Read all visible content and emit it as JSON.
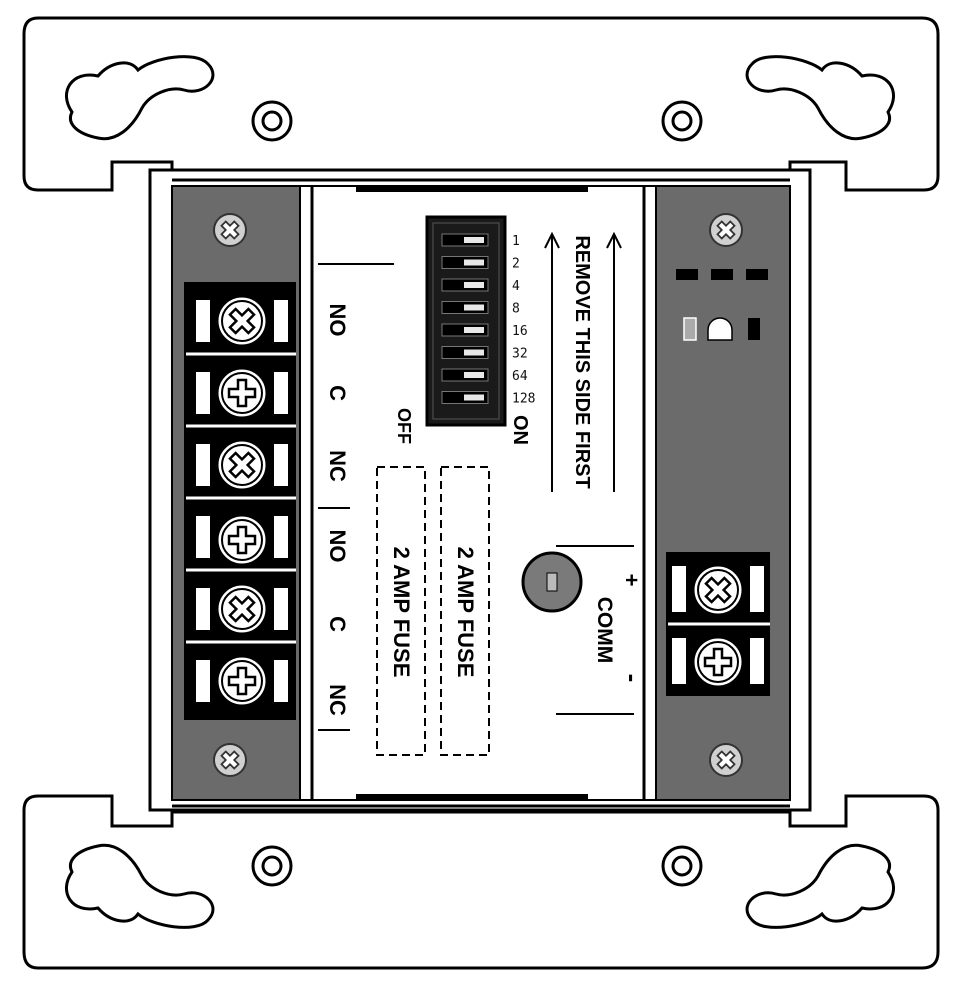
{
  "dip_switch": {
    "values": [
      "1",
      "2",
      "4",
      "8",
      "16",
      "32",
      "64",
      "128"
    ],
    "on_label": "ON",
    "off_label": "OFF"
  },
  "instruction": "REMOVE THIS SIDE FIRST",
  "relay_labels": [
    "NO",
    "C",
    "NC",
    "NO",
    "C",
    "NC"
  ],
  "fuse_labels": [
    "2 AMP FUSE",
    "2 AMP FUSE"
  ],
  "comm": {
    "label": "COMM",
    "plus": "+",
    "minus": "-"
  },
  "colors": {
    "panel": "#6b6b6b",
    "dip_body": "#1a1a1a",
    "pot": "#7a7a7a"
  }
}
